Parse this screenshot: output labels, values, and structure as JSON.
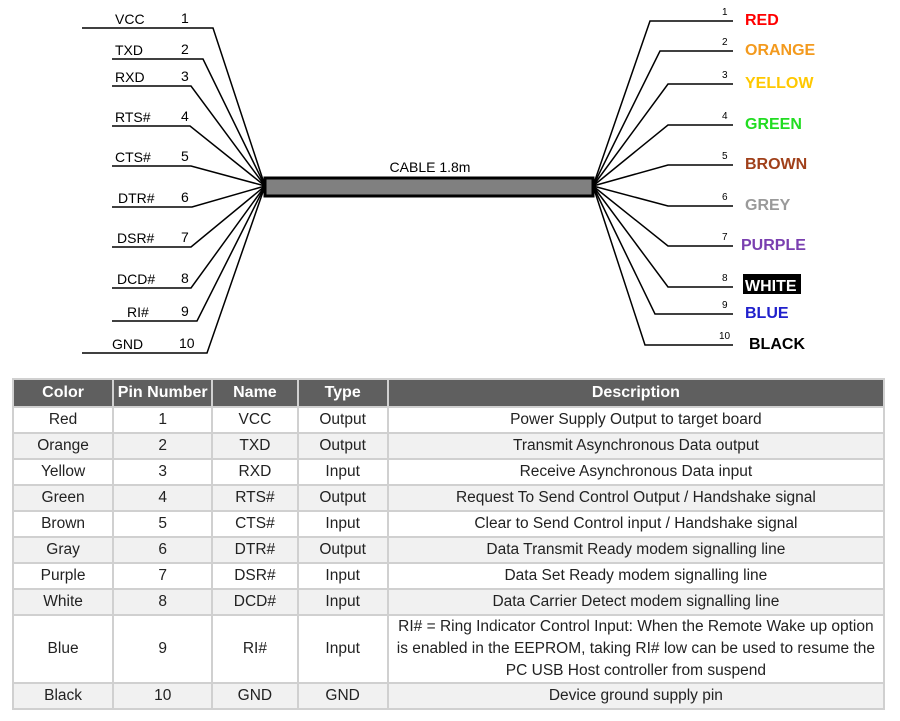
{
  "diagram": {
    "cable_label": "CABLE 1.8m",
    "left_pins": [
      {
        "name": "VCC",
        "pin": "1"
      },
      {
        "name": "TXD",
        "pin": "2"
      },
      {
        "name": "RXD",
        "pin": "3"
      },
      {
        "name": "RTS#",
        "pin": "4"
      },
      {
        "name": "CTS#",
        "pin": "5"
      },
      {
        "name": "DTR#",
        "pin": "6"
      },
      {
        "name": "DSR#",
        "pin": "7"
      },
      {
        "name": "DCD#",
        "pin": "8"
      },
      {
        "name": "RI#",
        "pin": "9"
      },
      {
        "name": "GND",
        "pin": "10"
      }
    ],
    "right_wires": [
      {
        "pin": "1",
        "label": "RED",
        "color": "#ff0000"
      },
      {
        "pin": "2",
        "label": "ORANGE",
        "color": "#f39a1e"
      },
      {
        "pin": "3",
        "label": "YELLOW",
        "color": "#ffc800"
      },
      {
        "pin": "4",
        "label": "GREEN",
        "color": "#22dd22"
      },
      {
        "pin": "5",
        "label": "BROWN",
        "color": "#a0401a"
      },
      {
        "pin": "6",
        "label": "GREY",
        "color": "#9a9a9a"
      },
      {
        "pin": "7",
        "label": "PURPLE",
        "color": "#7a3fb0"
      },
      {
        "pin": "8",
        "label": "WHITE",
        "color": "#ffffff",
        "background": "#000000"
      },
      {
        "pin": "9",
        "label": "BLUE",
        "color": "#2020cc"
      },
      {
        "pin": "10",
        "label": "BLACK",
        "color": "#000000"
      }
    ]
  },
  "table": {
    "headers": [
      "Color",
      "Pin Number",
      "Name",
      "Type",
      "Description"
    ],
    "rows": [
      [
        "Red",
        "1",
        "VCC",
        "Output",
        "Power Supply Output to target board"
      ],
      [
        "Orange",
        "2",
        "TXD",
        "Output",
        "Transmit Asynchronous Data output"
      ],
      [
        "Yellow",
        "3",
        "RXD",
        "Input",
        "Receive Asynchronous Data input"
      ],
      [
        "Green",
        "4",
        "RTS#",
        "Output",
        "Request To Send Control Output / Handshake signal"
      ],
      [
        "Brown",
        "5",
        "CTS#",
        "Input",
        "Clear to Send Control input / Handshake signal"
      ],
      [
        "Gray",
        "6",
        "DTR#",
        "Output",
        "Data Transmit Ready modem signalling line"
      ],
      [
        "Purple",
        "7",
        "DSR#",
        "Input",
        "Data Set Ready modem signalling line"
      ],
      [
        "White",
        "8",
        "DCD#",
        "Input",
        "Data Carrier Detect modem signalling line"
      ],
      [
        "Blue",
        "9",
        "RI#",
        "Input",
        "RI# = Ring Indicator Control Input: When the Remote Wake up option is enabled in the EEPROM, taking RI# low can be used to resume the PC USB Host controller from suspend"
      ],
      [
        "Black",
        "10",
        "GND",
        "GND",
        "Device ground supply pin"
      ]
    ]
  }
}
